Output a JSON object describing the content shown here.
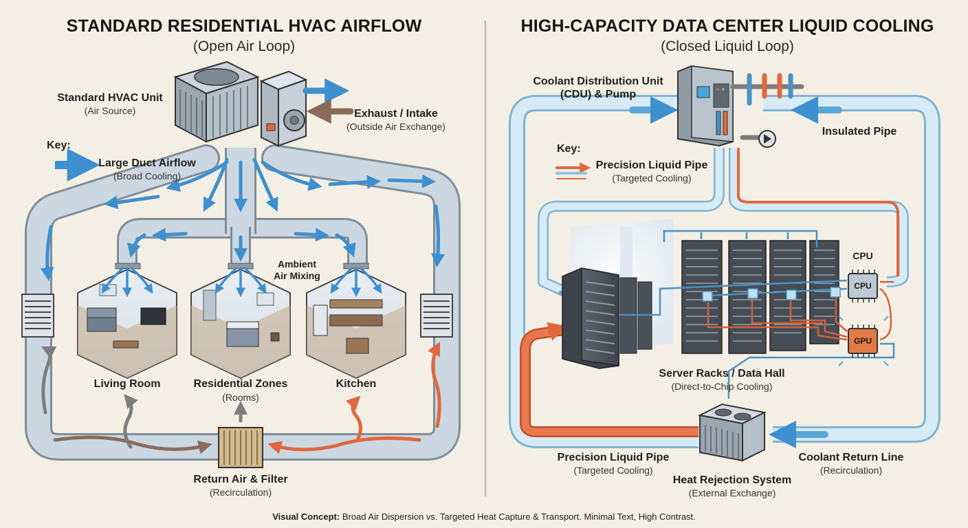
{
  "footer": {
    "lead": "Visual Concept:",
    "rest": " Broad Air Dispersion vs. Targeted Heat Capture & Transport. Minimal Text, High Contrast."
  },
  "left": {
    "title": "STANDARD RESIDENTIAL HVAC AIRFLOW",
    "subtitle": "(Open Air Loop)",
    "hvac_unit": {
      "label": "Standard HVAC Unit",
      "sub": "(Air Source)"
    },
    "exhaust": {
      "label": "Exhaust / Intake",
      "sub": "(Outside Air Exchange)"
    },
    "key": {
      "title": "Key:",
      "label": "Large Duct Airflow",
      "sub": "(Broad Cooling)"
    },
    "ambient": {
      "line1": "Ambient",
      "line2": "Air Mixing"
    },
    "rooms": {
      "living": "Living Room",
      "zones": "Residential Zones",
      "zones_sub": "(Rooms)",
      "kitchen": "Kitchen"
    },
    "return": {
      "label": "Return Air & Filter",
      "sub": "(Recirculation)"
    }
  },
  "right": {
    "title": "HIGH-CAPACITY DATA CENTER LIQUID COOLING",
    "subtitle": "(Closed Liquid Loop)",
    "cdu": {
      "line1": "Coolant Distribution Unit",
      "line2": "(CDU) & Pump"
    },
    "insulated": "Insulated Pipe",
    "key": {
      "title": "Key:",
      "label": "Precision Liquid Pipe",
      "sub": "(Targeted Cooling)"
    },
    "cpu_top": "CPU",
    "cpu_chip": "CPU",
    "gpu_chip": "GPU",
    "racks": {
      "label": "Server Racks / Data Hall",
      "sub": "(Direct-to-Chip Cooling)"
    },
    "pipe_bottom": {
      "label": "Precision Liquid Pipe",
      "sub": "(Targeted Cooling)"
    },
    "return_line": {
      "label": "Coolant Return Line",
      "sub": "(Recirculation)"
    },
    "heat_rejection": {
      "label": "Heat Rejection System",
      "sub": "(External Exchange)"
    }
  },
  "colors": {
    "background": "#f4efe4",
    "duct_fill": "#c9d6e0",
    "air_blue": "#3e8fcf",
    "warm_orange": "#e0683e",
    "return_gray": "#7d7d7d",
    "pipe_light": "#cfe6f3",
    "server_dark": "#4a515a",
    "divider": "#9a9a9a"
  }
}
